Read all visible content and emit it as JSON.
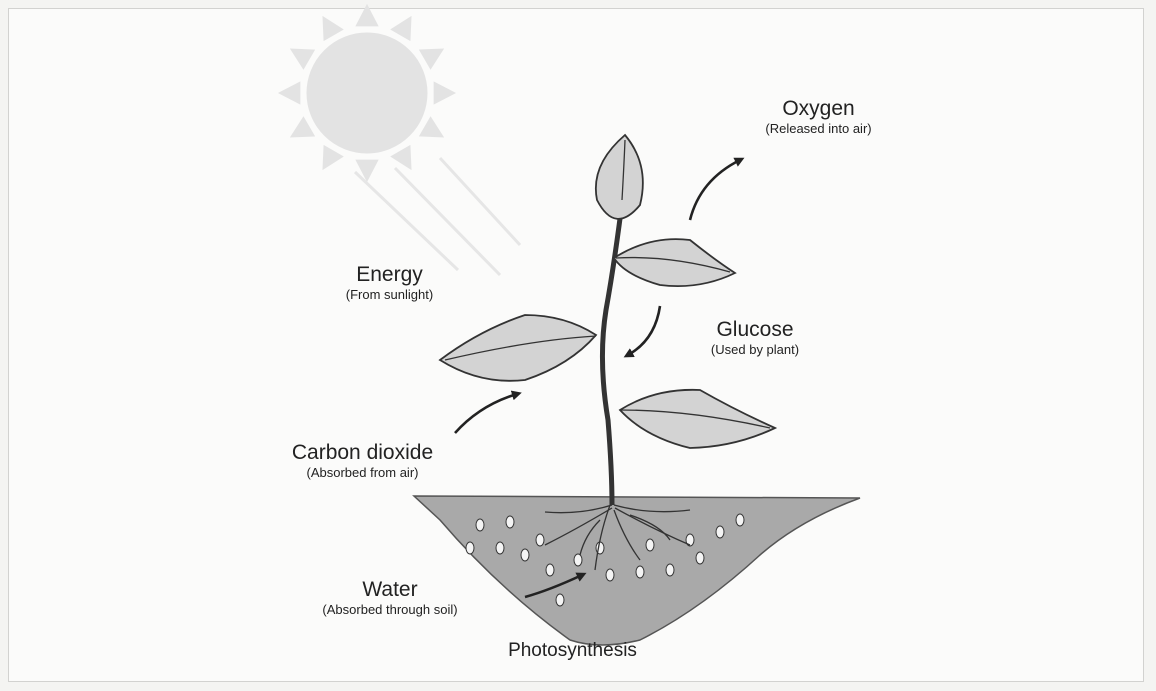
{
  "labels": {
    "oxygen": {
      "title": "Oxygen",
      "sub": "(Released into air)"
    },
    "energy": {
      "title": "Energy",
      "sub": "(From sunlight)"
    },
    "glucose": {
      "title": "Glucose",
      "sub": "(Used by plant)"
    },
    "carbon_dioxide": {
      "title": "Carbon dioxide",
      "sub": "(Absorbed from air)"
    },
    "water": {
      "title": "Water",
      "sub": "(Absorbed through soil)"
    }
  },
  "caption": "Photosynthesis",
  "colors": {
    "leaf": "#d3d3d3",
    "soil": "#a9a9a9",
    "sun": "#e3e3e3",
    "line": "#333333"
  }
}
